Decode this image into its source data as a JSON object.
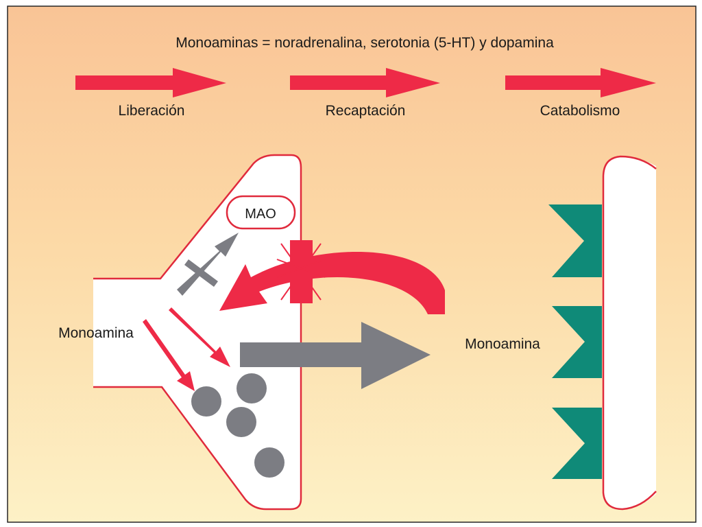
{
  "title": "Monoaminas = noradrenalina, serotonia (5-HT) y dopamina",
  "steps": [
    {
      "label": "Liberación"
    },
    {
      "label": "Recaptación"
    },
    {
      "label": "Catabolismo"
    }
  ],
  "enzyme_label": "MAO",
  "presynaptic_label": "Monoamina",
  "synaptic_label": "Monoamina",
  "colors": {
    "background_top": "#f9c898",
    "background_bottom": "#fdf0c4",
    "arrow_red": "#ee2a47",
    "gray": "#7c7d83",
    "receptor_teal": "#0f8a78",
    "outline": "#e02a3c"
  }
}
